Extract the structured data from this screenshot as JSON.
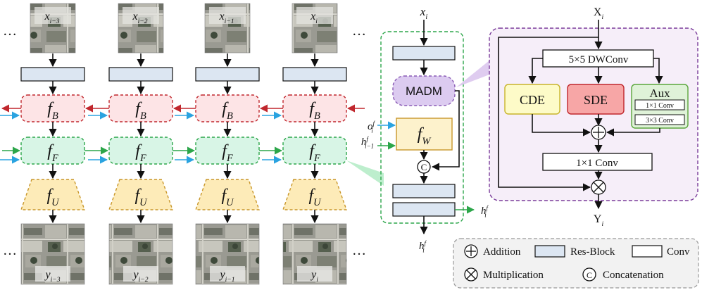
{
  "colors": {
    "res_block_fill": "#dce6f2",
    "fb_fill": "#fde4e6",
    "fb_stroke": "#c0272d",
    "ff_fill": "#d8f5e6",
    "ff_stroke": "#2ca64a",
    "fu_fill": "#fdebb8",
    "fu_stroke": "#c8962a",
    "madm_fill": "#dccbf0",
    "madm_stroke": "#8a5bb5",
    "fw_fill": "#fdf2cc",
    "fw_stroke": "#c8962a",
    "cde_fill": "#fdfbc8",
    "cde_stroke": "#c8b42a",
    "sde_fill": "#f7a6a6",
    "sde_stroke": "#c0272d",
    "aux_fill": "#dff2d8",
    "aux_stroke": "#5aa63c",
    "madm_panel_fill": "#f6eef9",
    "madm_panel_stroke": "#7a3c9a",
    "legend_fill": "#f2f2f2",
    "red_arrow": "#c0272d",
    "green_arrow": "#2ca64a",
    "blue_arrow": "#2aa3e0"
  },
  "ellipsis": "…",
  "frames": [
    {
      "input_label": "x",
      "input_sub": "i−3",
      "output_label": "y",
      "output_sub": "i−3"
    },
    {
      "input_label": "x",
      "input_sub": "i−2",
      "output_label": "y",
      "output_sub": "i−2"
    },
    {
      "input_label": "x",
      "input_sub": "i−1",
      "output_label": "y",
      "output_sub": "i−1"
    },
    {
      "input_label": "x",
      "input_sub": "i",
      "output_label": "y",
      "output_sub": "i"
    }
  ],
  "modules": {
    "fb": {
      "main": "f",
      "sub": "B"
    },
    "ff": {
      "main": "f",
      "sub": "F"
    },
    "fu": {
      "main": "f",
      "sub": "U"
    }
  },
  "detail": {
    "input": {
      "main": "x",
      "sub": "i"
    },
    "madm": "MADM",
    "fw": {
      "main": "f",
      "sub": "W"
    },
    "o_input": {
      "main": "o",
      "sup": "f",
      "sub": "i"
    },
    "h_prev": {
      "main": "h",
      "sup": "f",
      "sub": "i−1"
    },
    "concat_symbol": "C",
    "h_out_right": {
      "main": "h",
      "sup": "f",
      "sub": "i"
    },
    "h_out_bottom": {
      "main": "h",
      "sup": "f",
      "sub": "i"
    }
  },
  "madm_panel": {
    "input": {
      "main": "X",
      "sub": "i"
    },
    "dwconv": "5×5 DWConv",
    "cde": "CDE",
    "sde": "SDE",
    "aux_title": "Aux",
    "aux_conv1": "1×1 Conv",
    "aux_conv3": "3×3 Conv",
    "conv1x1": "1×1 Conv",
    "output": {
      "main": "Y",
      "sub": "i"
    }
  },
  "legend": {
    "addition": "Addition",
    "res_block": "Res-Block",
    "conv": "Conv",
    "multiplication": "Multiplication",
    "concatenation": "Concatenation",
    "concat_symbol": "C"
  }
}
